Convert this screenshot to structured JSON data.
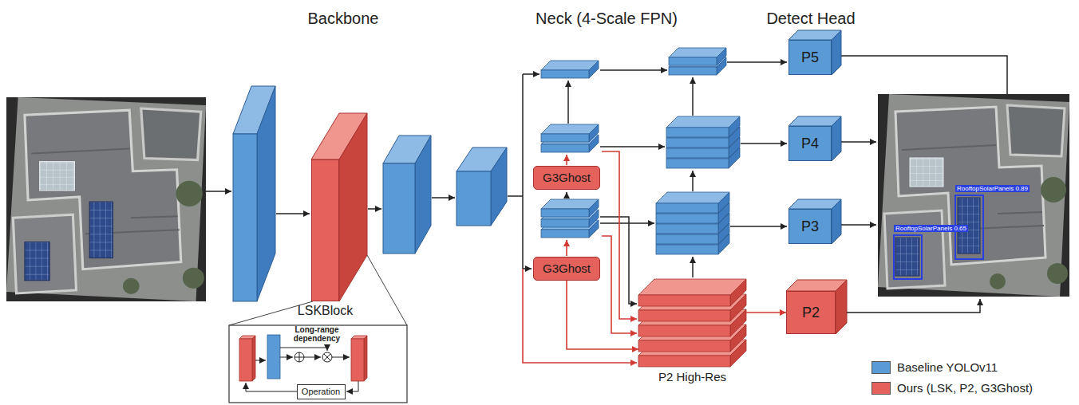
{
  "diagram": {
    "nodes": [
      {
        "text": [
          "LSKBlock"
        ]
      },
      {
        "text": [
          "Operation"
        ]
      },
      {
        "text": [
          "G3Ghost"
        ]
      },
      {
        "text": [
          "G3Ghost"
        ]
      },
      {
        "text": [
          "P2 High-Res"
        ]
      },
      {
        "text": [
          "P5"
        ]
      },
      {
        "text": [
          "P4"
        ]
      },
      {
        "text": [
          "P3"
        ]
      },
      {
        "text": [
          "P2"
        ]
      }
    ],
    "edges": [
      {
        "from": 3,
        "to": 4,
        "arrow": "to"
      },
      {
        "from": 4,
        "to": 8,
        "arrow": "to"
      }
    ],
    "labels": [
      "Backbone",
      "Neck (4-Scale FPN)",
      "Detect Head",
      "Long-range dependency",
      "RooftopSolarPanels 0.89",
      "RooftopSolarPanels 0.65"
    ],
    "legend": [
      {
        "text": "Baseline YOLOv11",
        "color": "#5b9bd5"
      },
      {
        "text": "Ours (LSK, P2, G3Ghost)",
        "color": "#e5615b"
      }
    ]
  }
}
